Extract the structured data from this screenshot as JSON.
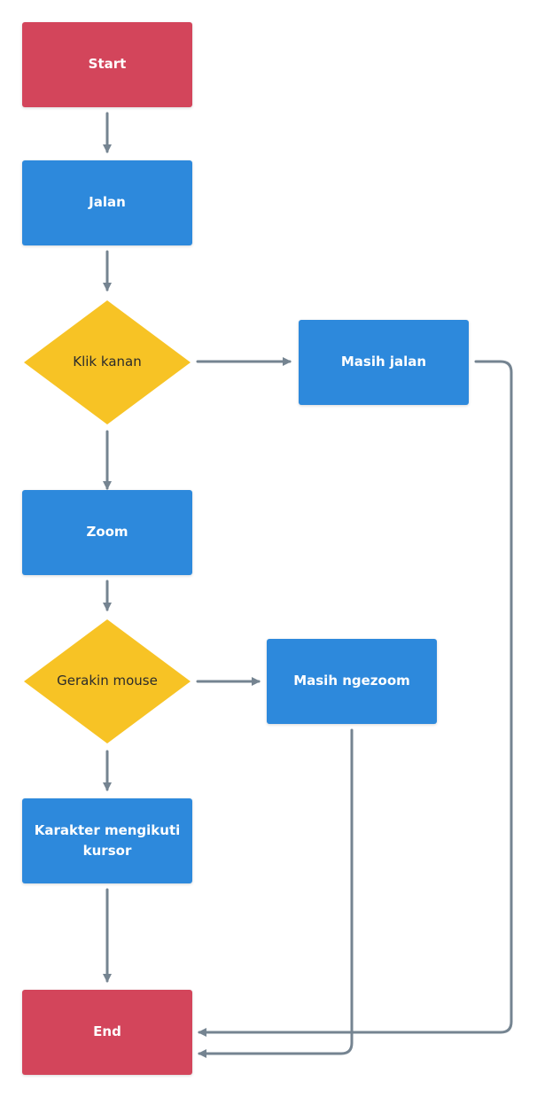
{
  "colors": {
    "terminal": "#d3455b",
    "process": "#2d89dc",
    "decision": "#f7c325",
    "connector": "#758491"
  },
  "nodes": {
    "start": {
      "label": "Start",
      "shape": "terminal"
    },
    "jalan": {
      "label": "Jalan",
      "shape": "process"
    },
    "klik_kanan": {
      "label": "Klik kanan",
      "shape": "decision"
    },
    "masih_jalan": {
      "label": "Masih jalan",
      "shape": "process"
    },
    "zoom": {
      "label": "Zoom",
      "shape": "process"
    },
    "gerakin_mouse": {
      "label": "Gerakin mouse",
      "shape": "decision"
    },
    "masih_ngezoom": {
      "label": "Masih ngezoom",
      "shape": "process"
    },
    "karakter": {
      "label": "Karakter mengikuti kursor",
      "shape": "process"
    },
    "end": {
      "label": "End",
      "shape": "terminal"
    }
  },
  "edges": [
    {
      "from": "start",
      "to": "jalan"
    },
    {
      "from": "jalan",
      "to": "klik_kanan"
    },
    {
      "from": "klik_kanan",
      "to": "masih_jalan"
    },
    {
      "from": "klik_kanan",
      "to": "zoom"
    },
    {
      "from": "zoom",
      "to": "gerakin_mouse"
    },
    {
      "from": "gerakin_mouse",
      "to": "masih_ngezoom"
    },
    {
      "from": "gerakin_mouse",
      "to": "karakter"
    },
    {
      "from": "karakter",
      "to": "end"
    },
    {
      "from": "masih_jalan",
      "to": "end"
    },
    {
      "from": "masih_ngezoom",
      "to": "end"
    }
  ]
}
